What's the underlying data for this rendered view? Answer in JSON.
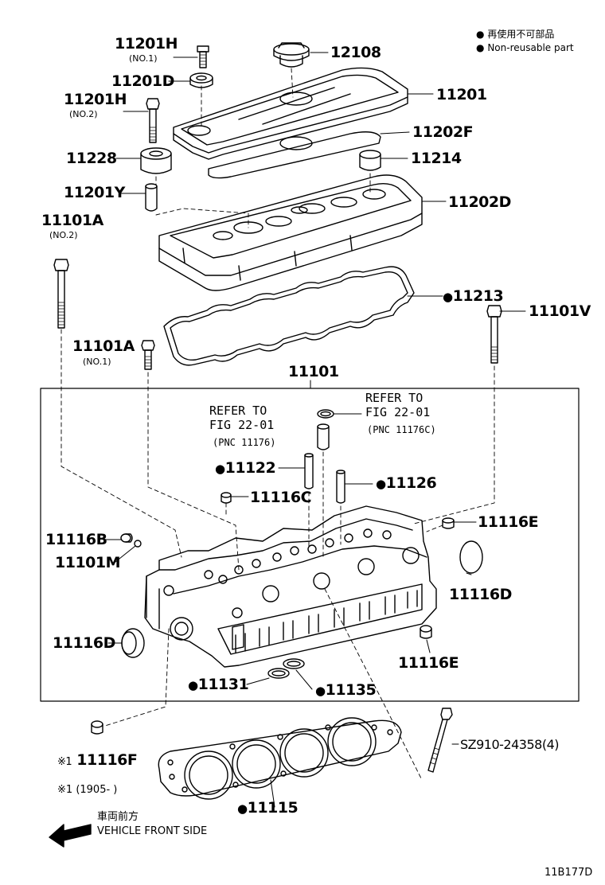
{
  "legend": {
    "marker": "●",
    "jp": "再使用不可部品",
    "en": "Non-reusable part"
  },
  "parts": {
    "p11201H_1": "11201H",
    "p11201H_1_sub": "(NO.1)",
    "p12108": "12108",
    "p11201D": "11201D",
    "p11201": "11201",
    "p11201H_2": "11201H",
    "p11201H_2_sub": "(NO.2)",
    "p11202F": "11202F",
    "p11228": "11228",
    "p11214": "11214",
    "p11201Y": "11201Y",
    "p11202D": "11202D",
    "p11101A_2": "11101A",
    "p11101A_2_sub": "(NO.2)",
    "p11213": "11213",
    "p11101V": "11101V",
    "p11101A_1": "11101A",
    "p11101A_1_sub": "(NO.1)",
    "p11101": "11101",
    "p11122": "11122",
    "p11126": "11126",
    "p11116C": "11116C",
    "p11116E_top": "11116E",
    "p11116B": "11116B",
    "p11101M": "11101M",
    "p11116D_right": "11116D",
    "p11116D_left": "11116D",
    "p11116E_bottom": "11116E",
    "p11131": "11131",
    "p11135": "11135",
    "p11116F": "11116F",
    "p11116F_prefix": "※1",
    "sz": "SZ910-24358(4)",
    "p11115": "11115"
  },
  "refer_left": {
    "l1": "REFER TO",
    "l2": "FIG 22-01",
    "l3": "(PNC 11176)"
  },
  "refer_right": {
    "l1": "REFER TO",
    "l2": "FIG 22-01",
    "l3": "(PNC 11176C)"
  },
  "note": {
    "mark": "※1",
    "text": "(1905-     )"
  },
  "front": {
    "jp": "車両前方",
    "en": "VEHICLE FRONT SIDE"
  },
  "figure_code": "11B177D"
}
